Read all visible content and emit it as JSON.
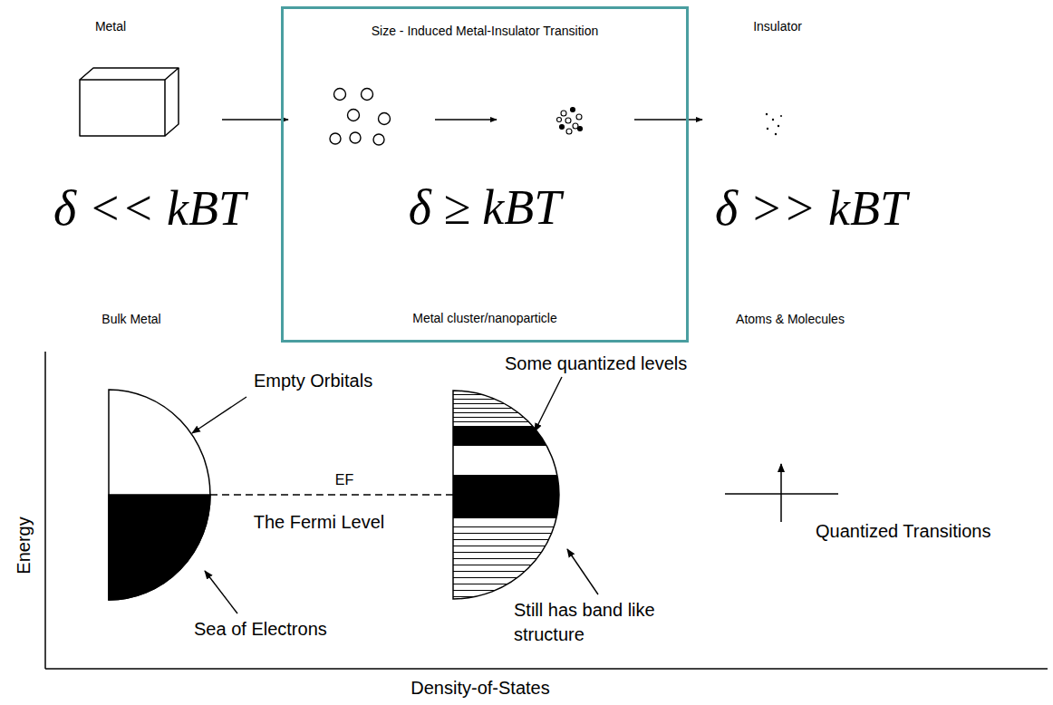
{
  "diagram": {
    "nodes": [
      {
        "text": [
          "Size - Induced Metal-Insulator Transition",
          "δ ≥ kBT",
          "Metal cluster/nanoparticle"
        ]
      }
    ],
    "edges": [],
    "labels": [
      "Metal",
      "Insulator",
      "δ << kBT",
      "δ >> kBT",
      "Bulk Metal",
      "Atoms & Molecules",
      "Empty Orbitals",
      "Some quantized levels",
      "EF",
      "The Fermi Level",
      "Sea of Electrons",
      "Still has band like structure",
      "Quantized Transitions",
      "Energy",
      "Density-of-States"
    ]
  }
}
